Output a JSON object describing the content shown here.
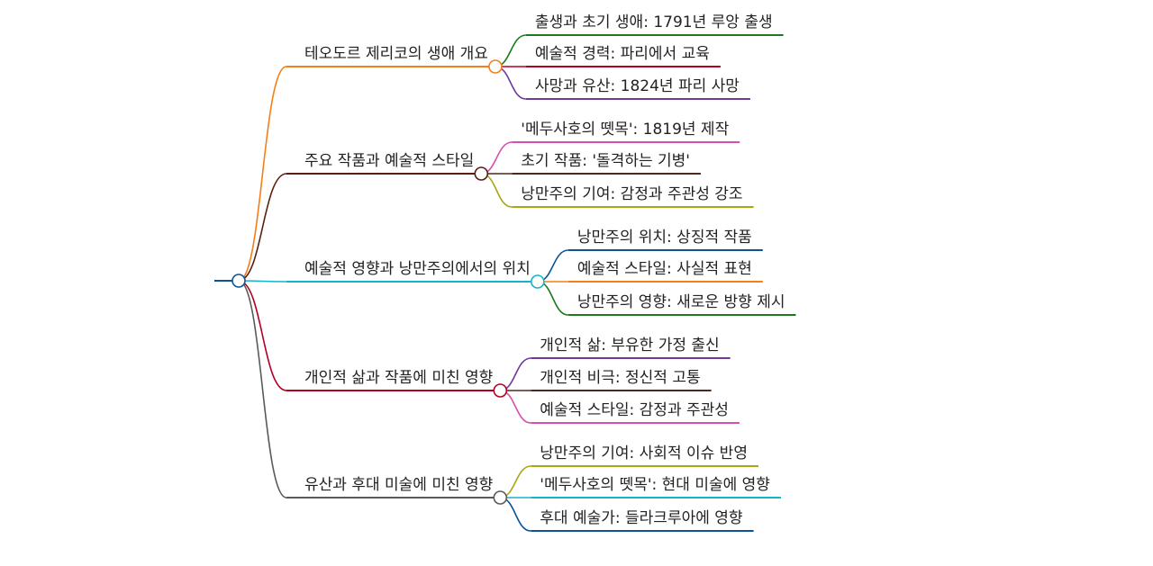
{
  "mindmap": {
    "root_label": "",
    "root_color": "#0b5394",
    "branches": [
      {
        "label": "테오도르 제리코의 생애 개요",
        "color": "#f57f17",
        "children": [
          {
            "label": "출생과 초기 생애: 1791년 루앙 출생",
            "color": "#1b7a1b"
          },
          {
            "label": "예술적 경력: 파리에서 교육",
            "color": "#b30021"
          },
          {
            "label": "사망과 유산: 1824년 파리 사망",
            "color": "#6f3a99"
          }
        ]
      },
      {
        "label": "주요 작품과 예술적 스타일",
        "color": "#5a1e12",
        "children": [
          {
            "label": "'메두사호의 뗏목': 1819년 제작",
            "color": "#d64faf"
          },
          {
            "label": "초기 작품: '돌격하는 기병'",
            "color": "#4a2a1e"
          },
          {
            "label": "낭만주의 기여: 감정과 주관성 강조",
            "color": "#a8a812"
          }
        ]
      },
      {
        "label": "예술적 영향과 낭만주의에서의 위치",
        "color": "#19b3c9",
        "children": [
          {
            "label": "낭만주의 위치: 상징적 작품",
            "color": "#0b5394"
          },
          {
            "label": "예술적 스타일: 사실적 표현",
            "color": "#f57f17"
          },
          {
            "label": "낭만주의 영향: 새로운 방향 제시",
            "color": "#1b7a1b"
          }
        ]
      },
      {
        "label": "개인적 삶과 작품에 미친 영향",
        "color": "#b30021",
        "children": [
          {
            "label": "개인적 삶: 부유한 가정 출신",
            "color": "#6f3a99"
          },
          {
            "label": "개인적 비극: 정신적 고통",
            "color": "#4a2a1e"
          },
          {
            "label": "예술적 스타일: 감정과 주관성",
            "color": "#d64faf"
          }
        ]
      },
      {
        "label": "유산과 후대 미술에 미친 영향",
        "color": "#5a5a5a",
        "children": [
          {
            "label": "낭만주의 기여: 사회적 이슈 반영",
            "color": "#a8a812"
          },
          {
            "label": "'메두사호의 뗏목': 현대 미술에 영향",
            "color": "#19b3c9"
          },
          {
            "label": "후대 예술가: 들라크루아에 영향",
            "color": "#0b5394"
          }
        ]
      }
    ]
  }
}
